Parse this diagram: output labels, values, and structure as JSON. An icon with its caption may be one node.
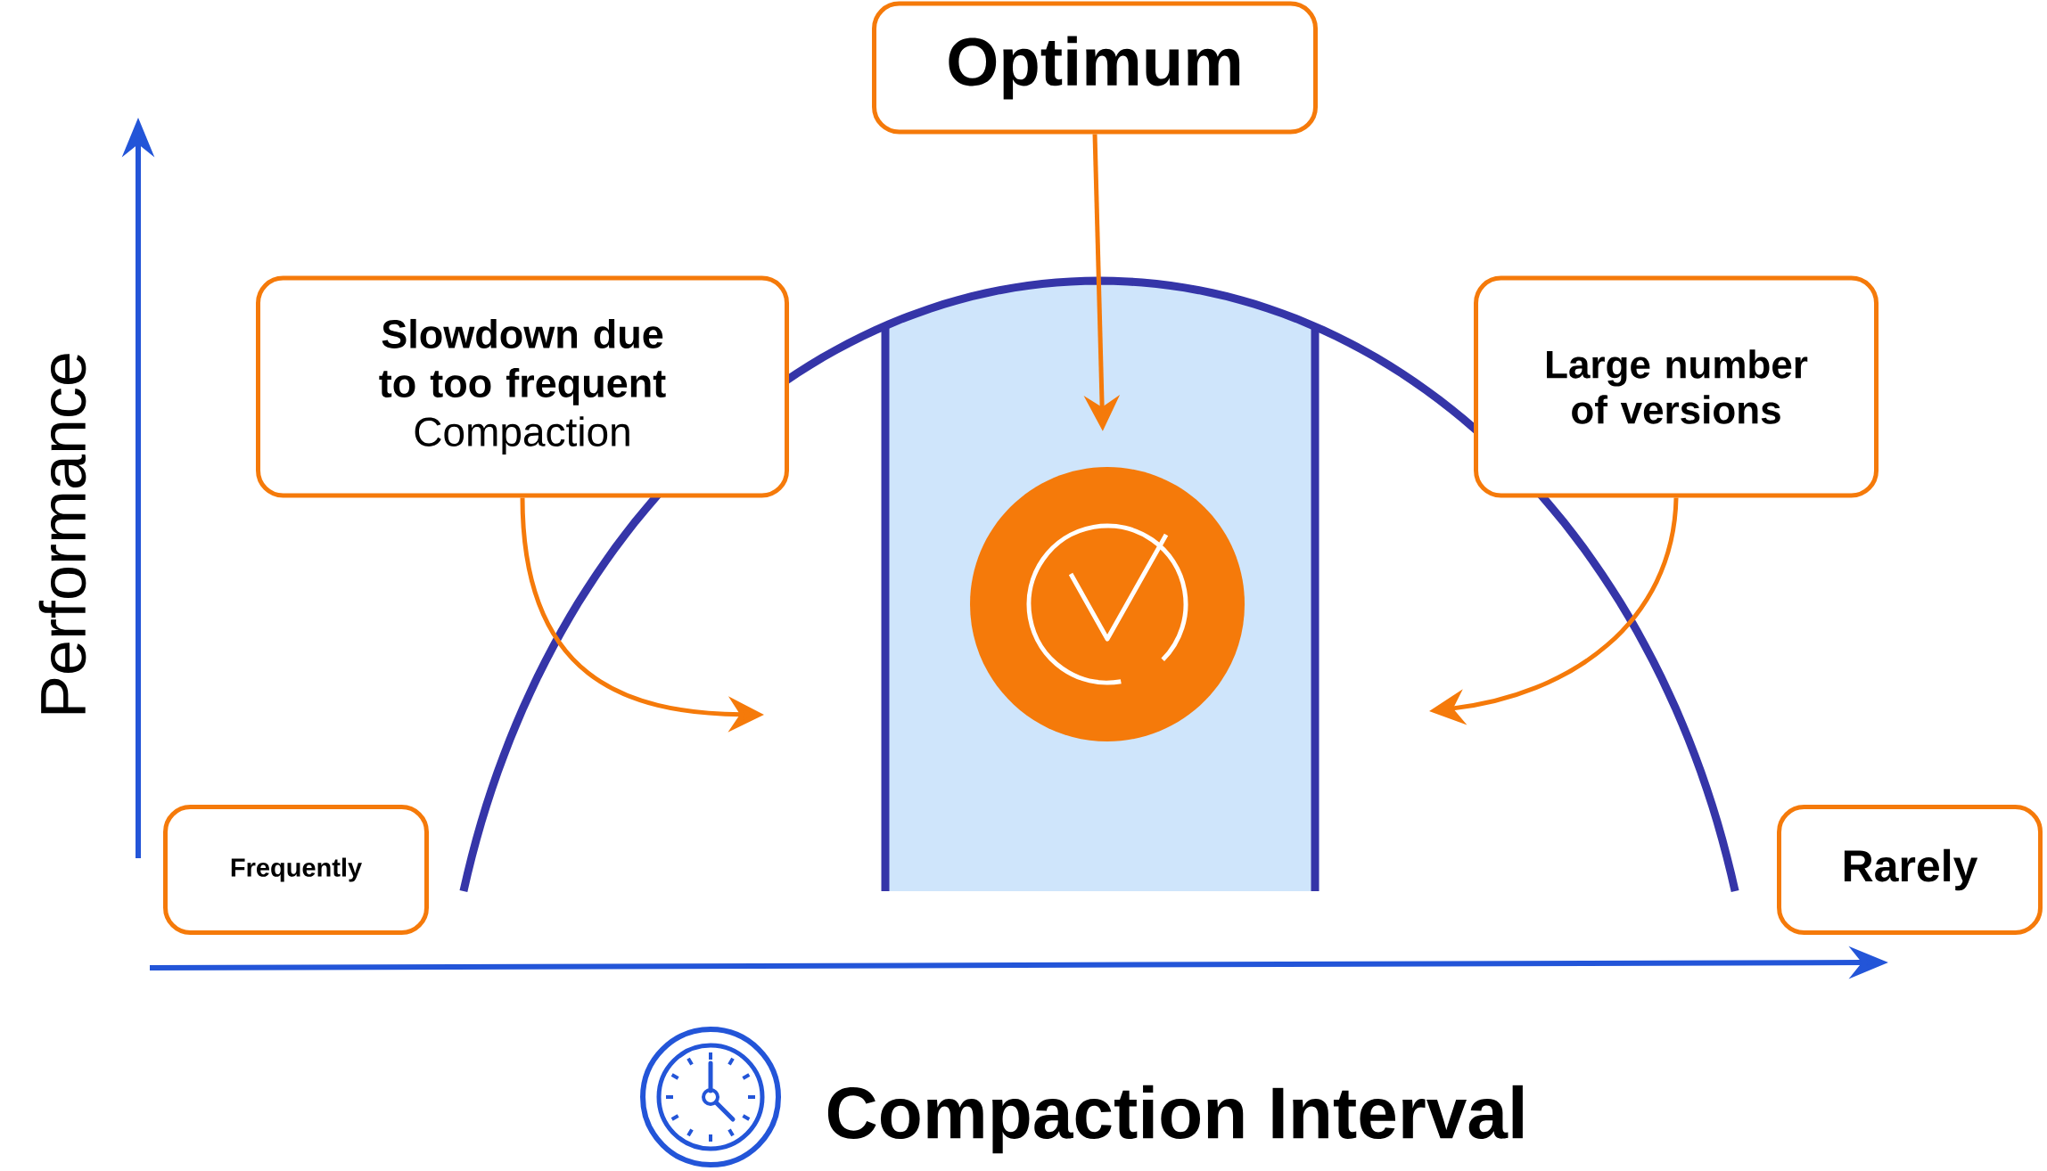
{
  "diagram": {
    "nodes": [
      {
        "text": [
          "Optimum"
        ]
      },
      {
        "text": [
          "Slowdown due to too frequent",
          "Compaction"
        ]
      },
      {
        "text": [
          "Large number of versions"
        ]
      },
      {
        "text": [
          "Frequently"
        ]
      },
      {
        "text": [
          "Rarely"
        ]
      },
      {
        "text": [],
        "shape": "circle"
      }
    ],
    "edges": [
      {
        "from": 0,
        "to": 5,
        "arrow": "to"
      },
      {
        "from": 1,
        "to": null,
        "arrow": "to"
      },
      {
        "from": 2,
        "to": null,
        "arrow": "to"
      }
    ],
    "labels": [
      "Performance",
      "Compaction Interval"
    ]
  }
}
